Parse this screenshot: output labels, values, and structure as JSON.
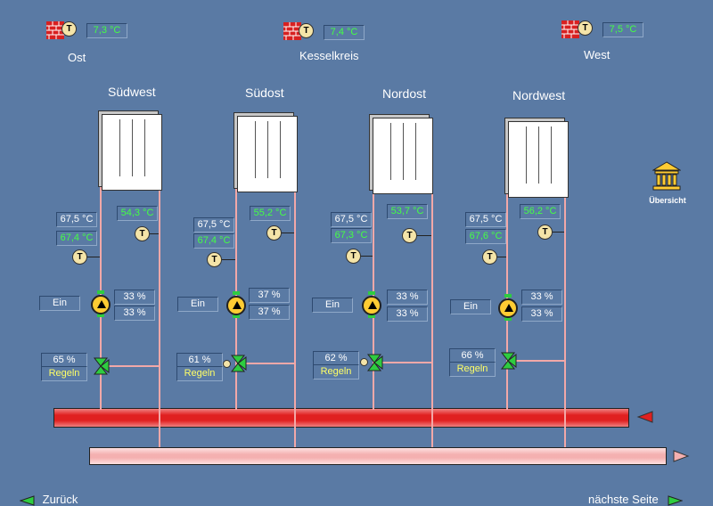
{
  "top": {
    "ost": {
      "label": "Ost",
      "temp": "7,3 °C"
    },
    "kessel": {
      "label": "Kesselkreis",
      "temp": "7,4 °C"
    },
    "west": {
      "label": "West",
      "temp": "7,5 °C"
    }
  },
  "sensor_letter": "T",
  "overview": {
    "label": "Übersicht"
  },
  "circuits": [
    {
      "name": "Südwest",
      "return_temp": "54,3 °C",
      "flow_setpoint": "67,5 °C",
      "flow_temp": "67,4 °C",
      "pump_state": "Ein",
      "pump_pct1": "33 %",
      "pump_pct2": "33 %",
      "valve_pct": "65 %",
      "valve_mode": "Regeln"
    },
    {
      "name": "Südost",
      "return_temp": "55,2 °C",
      "flow_setpoint": "67,5 °C",
      "flow_temp": "67,4 °C",
      "pump_state": "Ein",
      "pump_pct1": "37 %",
      "pump_pct2": "37 %",
      "valve_pct": "61 %",
      "valve_mode": "Regeln"
    },
    {
      "name": "Nordost",
      "return_temp": "53,7 °C",
      "flow_setpoint": "67,5 °C",
      "flow_temp": "67,3 °C",
      "pump_state": "Ein",
      "pump_pct1": "33 %",
      "pump_pct2": "33 %",
      "valve_pct": "62 %",
      "valve_mode": "Regeln"
    },
    {
      "name": "Nordwest",
      "return_temp": "56,2 °C",
      "flow_setpoint": "67,5 °C",
      "flow_temp": "67,6 °C",
      "pump_state": "Ein",
      "pump_pct1": "33 %",
      "pump_pct2": "33 %",
      "valve_pct": "66 %",
      "valve_mode": "Regeln"
    }
  ],
  "nav": {
    "back": "Zurück",
    "next": "nächste Seite"
  },
  "colors": {
    "background": "#5a7aa4",
    "supply": "#e02020",
    "return": "#f4b0b0",
    "value_green": "#44ff44",
    "value_yellow": "#ffff66",
    "pump": "#ffcc33",
    "valve": "#2ecc40"
  }
}
